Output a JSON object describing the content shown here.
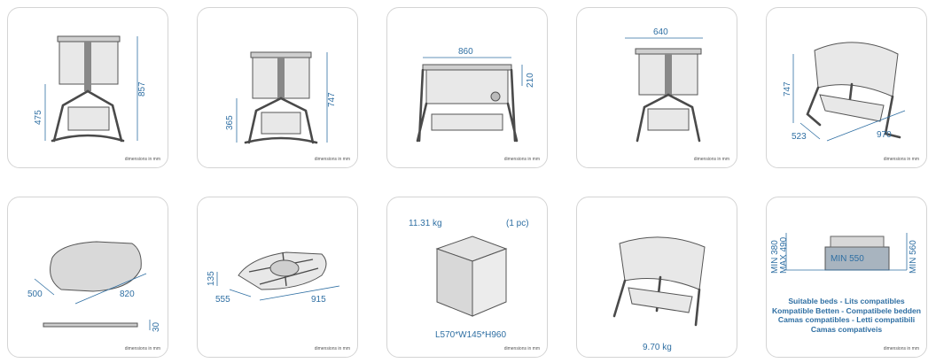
{
  "dimensions_note": "dimensions in mm",
  "cards": [
    {
      "id": "front-high",
      "labels": [
        "475",
        "857"
      ]
    },
    {
      "id": "front-low",
      "labels": [
        "365",
        "747"
      ]
    },
    {
      "id": "side",
      "labels": [
        "860",
        "210"
      ]
    },
    {
      "id": "front-width",
      "labels": [
        "640"
      ]
    },
    {
      "id": "perspective",
      "labels": [
        "747",
        "523",
        "970"
      ]
    },
    {
      "id": "mattress",
      "labels": [
        "500",
        "820",
        "30"
      ]
    },
    {
      "id": "folded",
      "labels": [
        "135",
        "555",
        "915"
      ]
    },
    {
      "id": "package",
      "weight": "11.31 kg",
      "count": "(1 pc)",
      "size": "L570*W145*H960"
    },
    {
      "id": "product-weight",
      "weight": "9.70 kg"
    },
    {
      "id": "beds",
      "labels": [
        "MIN 380",
        "MAX 490",
        "MIN 560",
        "MIN 550"
      ],
      "lines": [
        "Suitable beds - Lits compatibles",
        "Kompatible Betten - Compatibele bedden",
        "Camas compatibles - Letti compatibili",
        "Camas compatíveis"
      ]
    }
  ]
}
